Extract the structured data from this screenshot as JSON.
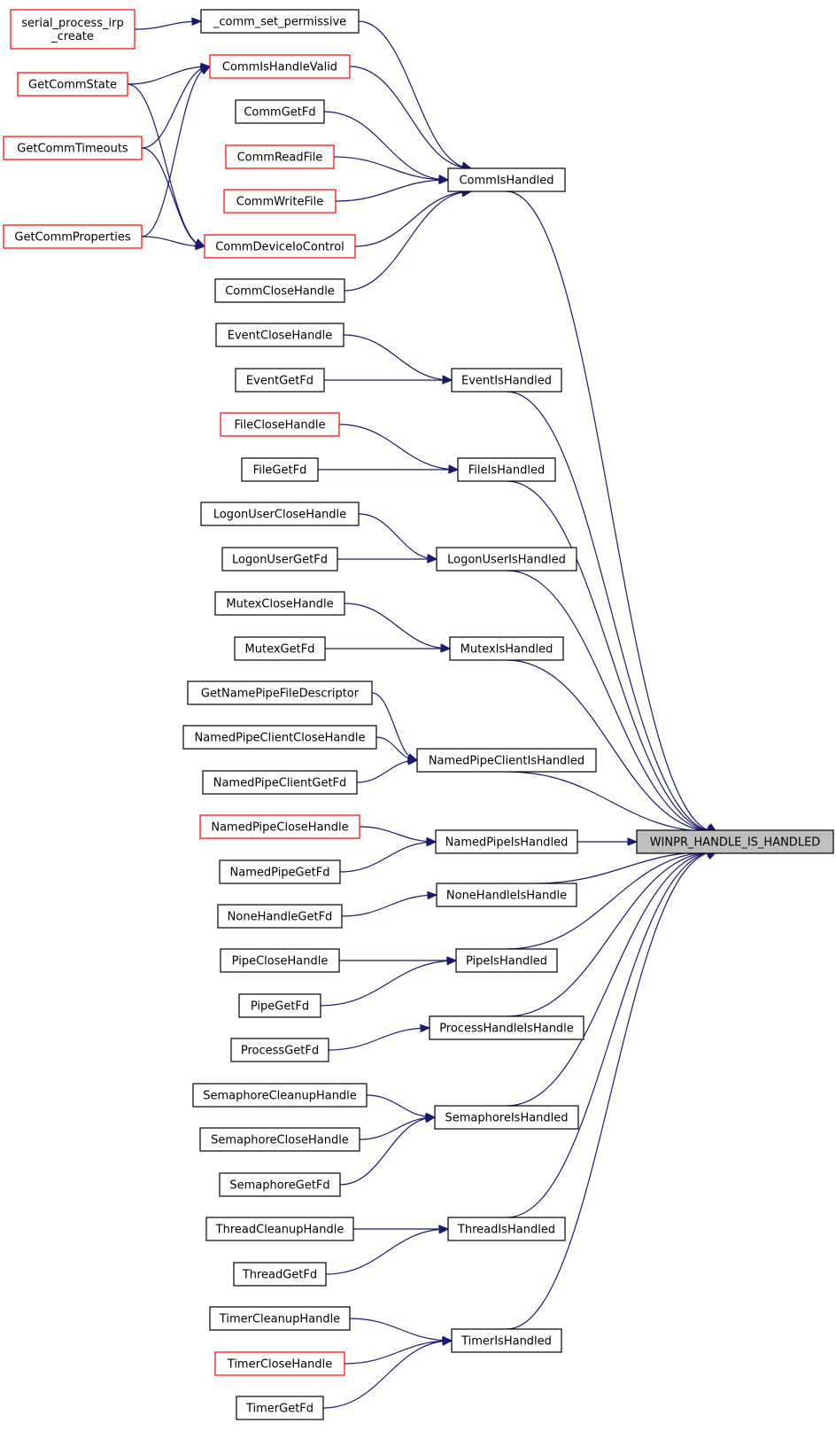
{
  "graph": {
    "colors": {
      "edge": "#191970",
      "border_default": "#000000",
      "border_truncated": "#ff0000",
      "target_fill": "#bfbfbf"
    },
    "nodes": [
      {
        "id": "target",
        "label": "WINPR_HANDLE_IS_HANDLED",
        "style": "target"
      },
      {
        "id": "serial_process_irp_create",
        "label": "serial_process_irp\n_create",
        "style": "red"
      },
      {
        "id": "_comm_set_permissive",
        "label": "_comm_set_permissive",
        "style": "black"
      },
      {
        "id": "GetCommState",
        "label": "GetCommState",
        "style": "red"
      },
      {
        "id": "GetCommTimeouts",
        "label": "GetCommTimeouts",
        "style": "red"
      },
      {
        "id": "GetCommProperties",
        "label": "GetCommProperties",
        "style": "red"
      },
      {
        "id": "CommIsHandleValid",
        "label": "CommIsHandleValid",
        "style": "red"
      },
      {
        "id": "CommGetFd",
        "label": "CommGetFd",
        "style": "black"
      },
      {
        "id": "CommReadFile",
        "label": "CommReadFile",
        "style": "red"
      },
      {
        "id": "CommWriteFile",
        "label": "CommWriteFile",
        "style": "red"
      },
      {
        "id": "CommDeviceIoControl",
        "label": "CommDeviceIoControl",
        "style": "red"
      },
      {
        "id": "CommCloseHandle",
        "label": "CommCloseHandle",
        "style": "black"
      },
      {
        "id": "CommIsHandled",
        "label": "CommIsHandled",
        "style": "black"
      },
      {
        "id": "EventCloseHandle",
        "label": "EventCloseHandle",
        "style": "black"
      },
      {
        "id": "EventGetFd",
        "label": "EventGetFd",
        "style": "black"
      },
      {
        "id": "EventIsHandled",
        "label": "EventIsHandled",
        "style": "black"
      },
      {
        "id": "FileCloseHandle",
        "label": "FileCloseHandle",
        "style": "red"
      },
      {
        "id": "FileGetFd",
        "label": "FileGetFd",
        "style": "black"
      },
      {
        "id": "FileIsHandled",
        "label": "FileIsHandled",
        "style": "black"
      },
      {
        "id": "LogonUserCloseHandle",
        "label": "LogonUserCloseHandle",
        "style": "black"
      },
      {
        "id": "LogonUserGetFd",
        "label": "LogonUserGetFd",
        "style": "black"
      },
      {
        "id": "LogonUserIsHandled",
        "label": "LogonUserIsHandled",
        "style": "black"
      },
      {
        "id": "MutexCloseHandle",
        "label": "MutexCloseHandle",
        "style": "black"
      },
      {
        "id": "MutexGetFd",
        "label": "MutexGetFd",
        "style": "black"
      },
      {
        "id": "MutexIsHandled",
        "label": "MutexIsHandled",
        "style": "black"
      },
      {
        "id": "GetNamePipeFileDescriptor",
        "label": "GetNamePipeFileDescriptor",
        "style": "black"
      },
      {
        "id": "NamedPipeClientCloseHandle",
        "label": "NamedPipeClientCloseHandle",
        "style": "black"
      },
      {
        "id": "NamedPipeClientGetFd",
        "label": "NamedPipeClientGetFd",
        "style": "black"
      },
      {
        "id": "NamedPipeClientIsHandled",
        "label": "NamedPipeClientIsHandled",
        "style": "black"
      },
      {
        "id": "NamedPipeCloseHandle",
        "label": "NamedPipeCloseHandle",
        "style": "red"
      },
      {
        "id": "NamedPipeGetFd",
        "label": "NamedPipeGetFd",
        "style": "black"
      },
      {
        "id": "NamedPipeIsHandled",
        "label": "NamedPipeIsHandled",
        "style": "black"
      },
      {
        "id": "NoneHandleGetFd",
        "label": "NoneHandleGetFd",
        "style": "black"
      },
      {
        "id": "NoneHandleIsHandle",
        "label": "NoneHandleIsHandle",
        "style": "black"
      },
      {
        "id": "PipeCloseHandle",
        "label": "PipeCloseHandle",
        "style": "black"
      },
      {
        "id": "PipeGetFd",
        "label": "PipeGetFd",
        "style": "black"
      },
      {
        "id": "PipeIsHandled",
        "label": "PipeIsHandled",
        "style": "black"
      },
      {
        "id": "ProcessGetFd",
        "label": "ProcessGetFd",
        "style": "black"
      },
      {
        "id": "ProcessHandleIsHandle",
        "label": "ProcessHandleIsHandle",
        "style": "black"
      },
      {
        "id": "SemaphoreCleanupHandle",
        "label": "SemaphoreCleanupHandle",
        "style": "black"
      },
      {
        "id": "SemaphoreCloseHandle",
        "label": "SemaphoreCloseHandle",
        "style": "black"
      },
      {
        "id": "SemaphoreGetFd",
        "label": "SemaphoreGetFd",
        "style": "black"
      },
      {
        "id": "SemaphoreIsHandled",
        "label": "SemaphoreIsHandled",
        "style": "black"
      },
      {
        "id": "ThreadCleanupHandle",
        "label": "ThreadCleanupHandle",
        "style": "black"
      },
      {
        "id": "ThreadGetFd",
        "label": "ThreadGetFd",
        "style": "black"
      },
      {
        "id": "ThreadIsHandled",
        "label": "ThreadIsHandled",
        "style": "black"
      },
      {
        "id": "TimerCleanupHandle",
        "label": "TimerCleanupHandle",
        "style": "black"
      },
      {
        "id": "TimerCloseHandle",
        "label": "TimerCloseHandle",
        "style": "red"
      },
      {
        "id": "TimerGetFd",
        "label": "TimerGetFd",
        "style": "black"
      },
      {
        "id": "TimerIsHandled",
        "label": "TimerIsHandled",
        "style": "black"
      }
    ],
    "edges": [
      [
        "serial_process_irp_create",
        "_comm_set_permissive"
      ],
      [
        "_comm_set_permissive",
        "CommIsHandled"
      ],
      [
        "GetCommState",
        "CommIsHandleValid"
      ],
      [
        "GetCommState",
        "CommDeviceIoControl"
      ],
      [
        "GetCommTimeouts",
        "CommIsHandleValid"
      ],
      [
        "GetCommTimeouts",
        "CommDeviceIoControl"
      ],
      [
        "GetCommProperties",
        "CommIsHandleValid"
      ],
      [
        "GetCommProperties",
        "CommDeviceIoControl"
      ],
      [
        "CommIsHandleValid",
        "CommIsHandled"
      ],
      [
        "CommGetFd",
        "CommIsHandled"
      ],
      [
        "CommReadFile",
        "CommIsHandled"
      ],
      [
        "CommWriteFile",
        "CommIsHandled"
      ],
      [
        "CommDeviceIoControl",
        "CommIsHandled"
      ],
      [
        "CommCloseHandle",
        "CommIsHandled"
      ],
      [
        "CommIsHandled",
        "target"
      ],
      [
        "EventCloseHandle",
        "EventIsHandled"
      ],
      [
        "EventGetFd",
        "EventIsHandled"
      ],
      [
        "EventIsHandled",
        "target"
      ],
      [
        "FileCloseHandle",
        "FileIsHandled"
      ],
      [
        "FileGetFd",
        "FileIsHandled"
      ],
      [
        "FileIsHandled",
        "target"
      ],
      [
        "LogonUserCloseHandle",
        "LogonUserIsHandled"
      ],
      [
        "LogonUserGetFd",
        "LogonUserIsHandled"
      ],
      [
        "LogonUserIsHandled",
        "target"
      ],
      [
        "MutexCloseHandle",
        "MutexIsHandled"
      ],
      [
        "MutexGetFd",
        "MutexIsHandled"
      ],
      [
        "MutexIsHandled",
        "target"
      ],
      [
        "GetNamePipeFileDescriptor",
        "NamedPipeClientIsHandled"
      ],
      [
        "NamedPipeClientCloseHandle",
        "NamedPipeClientIsHandled"
      ],
      [
        "NamedPipeClientGetFd",
        "NamedPipeClientIsHandled"
      ],
      [
        "NamedPipeClientIsHandled",
        "target"
      ],
      [
        "NamedPipeCloseHandle",
        "NamedPipeIsHandled"
      ],
      [
        "NamedPipeGetFd",
        "NamedPipeIsHandled"
      ],
      [
        "NamedPipeIsHandled",
        "target"
      ],
      [
        "NoneHandleGetFd",
        "NoneHandleIsHandle"
      ],
      [
        "NoneHandleIsHandle",
        "target"
      ],
      [
        "PipeCloseHandle",
        "PipeIsHandled"
      ],
      [
        "PipeGetFd",
        "PipeIsHandled"
      ],
      [
        "PipeIsHandled",
        "target"
      ],
      [
        "ProcessGetFd",
        "ProcessHandleIsHandle"
      ],
      [
        "ProcessHandleIsHandle",
        "target"
      ],
      [
        "SemaphoreCleanupHandle",
        "SemaphoreIsHandled"
      ],
      [
        "SemaphoreCloseHandle",
        "SemaphoreIsHandled"
      ],
      [
        "SemaphoreGetFd",
        "SemaphoreIsHandled"
      ],
      [
        "SemaphoreIsHandled",
        "target"
      ],
      [
        "ThreadCleanupHandle",
        "ThreadIsHandled"
      ],
      [
        "ThreadGetFd",
        "ThreadIsHandled"
      ],
      [
        "ThreadIsHandled",
        "target"
      ],
      [
        "TimerCleanupHandle",
        "TimerIsHandled"
      ],
      [
        "TimerCloseHandle",
        "TimerIsHandled"
      ],
      [
        "TimerGetFd",
        "TimerIsHandled"
      ],
      [
        "TimerIsHandled",
        "target"
      ]
    ]
  }
}
